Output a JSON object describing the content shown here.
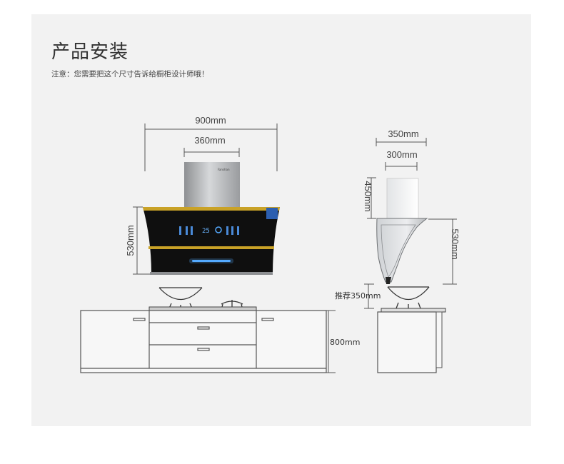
{
  "header": {
    "title": "产品安装",
    "note": "注意：您需要把这个尺寸告诉给橱柜设计师哦！"
  },
  "front_view": {
    "brand_text": "Fanshan",
    "display_text": "25",
    "dims": {
      "width": "900mm",
      "chimney_width": "360mm",
      "hood_height": "530mm",
      "cabinet_height": "800mm"
    }
  },
  "side_view": {
    "dims": {
      "top_width": "350mm",
      "chimney_width": "300mm",
      "chimney_height": "450mm",
      "hood_height": "530mm",
      "recommended_height": "推荐350mm"
    }
  },
  "colors": {
    "panel_bg": "#f2f2f2",
    "hood_glass": "#111111",
    "gold_trim": "#c9a227",
    "steel": "#a9abad",
    "blue_light": "#55aaff"
  }
}
